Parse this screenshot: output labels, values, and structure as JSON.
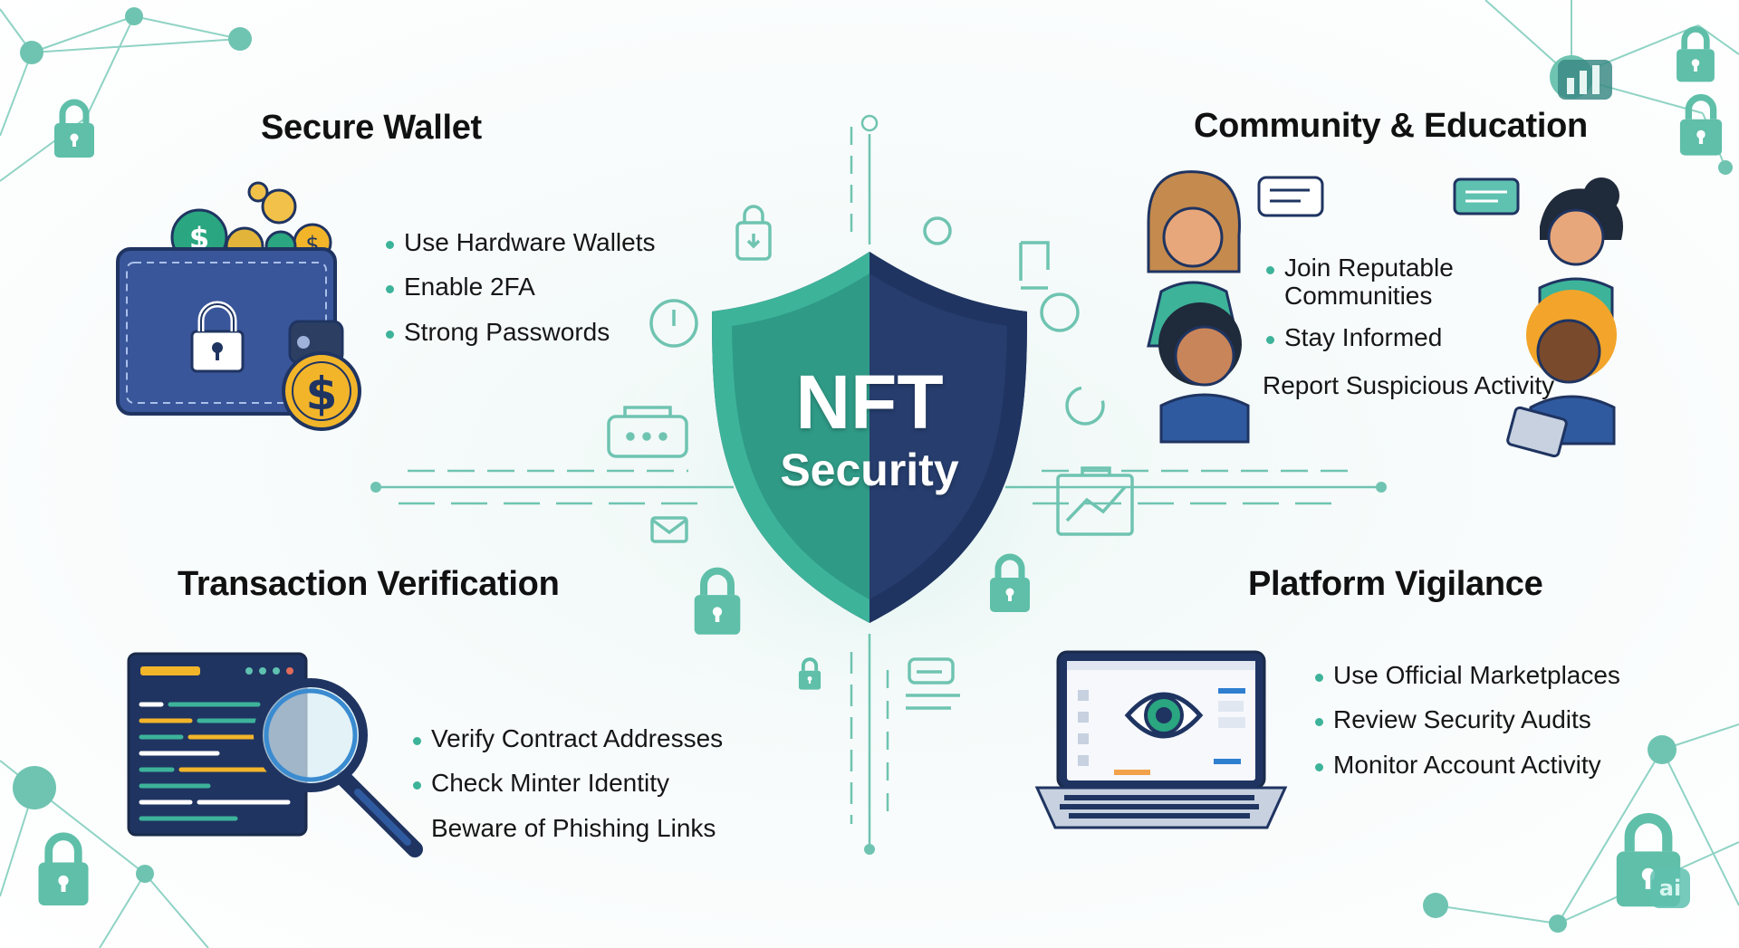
{
  "center": {
    "line1": "NFT",
    "line2": "Security"
  },
  "sections": {
    "secure_wallet": {
      "title": "Secure Wallet",
      "bullets": [
        "Use Hardware Wallets",
        "Enable 2FA",
        "Strong Passwords"
      ]
    },
    "community": {
      "title": "Community & Education",
      "bullets": [
        "Join Reputable Communities",
        "Stay Informed",
        "Report Suspicious Activity"
      ]
    },
    "transaction": {
      "title": "Transaction Verification",
      "bullets": [
        "Verify Contract Addresses",
        "Check Minter Identity",
        "Beware of Phishing Links"
      ]
    },
    "platform": {
      "title": "Platform Vigilance",
      "bullets": [
        "Use Official Marketplaces",
        "Review Security Audits",
        "Monitor Account Activity"
      ]
    }
  },
  "badge": "ai",
  "colors": {
    "teal": "#3db39a",
    "navy": "#1f3461",
    "gold": "#f2b52a",
    "ink": "#111111"
  }
}
